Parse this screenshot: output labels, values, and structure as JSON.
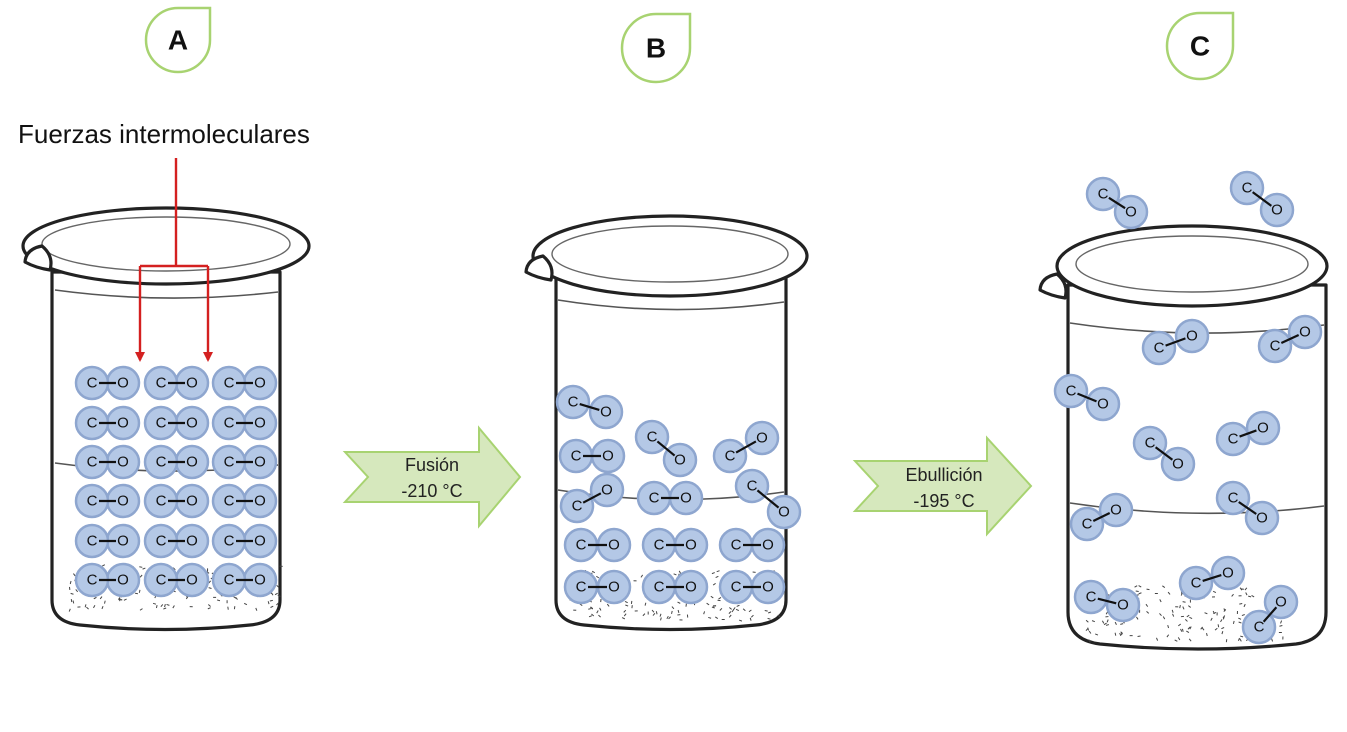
{
  "badges": {
    "a": "A",
    "b": "B",
    "c": "C"
  },
  "annotation": {
    "label": "Fuerzas intermoleculares"
  },
  "transitions": {
    "fusion": {
      "name": "Fusión",
      "temperature": "-210 °C"
    },
    "boiling": {
      "name": "Ebullición",
      "temperature": "-195 °C"
    }
  },
  "molecule": {
    "carbon": "C",
    "oxygen": "O"
  },
  "colors": {
    "badge_border": "#a8d371",
    "arrow_fill": "#d6e8bd",
    "atom_fill": "#b4c8e6",
    "force_arrow": "#d42020"
  }
}
